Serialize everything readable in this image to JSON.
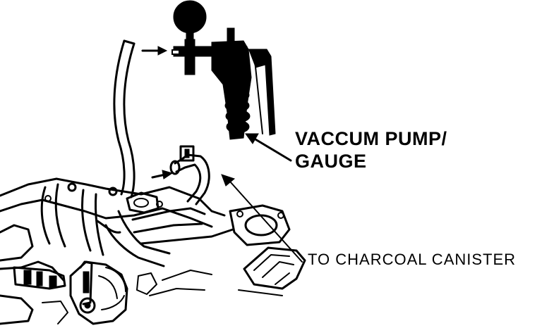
{
  "labels": {
    "pump_line1": "VACCUM PUMP/",
    "pump_line2": "GAUGE",
    "canister": "TO CHARCOAL CANISTER"
  },
  "colors": {
    "ink": "#000000",
    "background": "#ffffff"
  }
}
